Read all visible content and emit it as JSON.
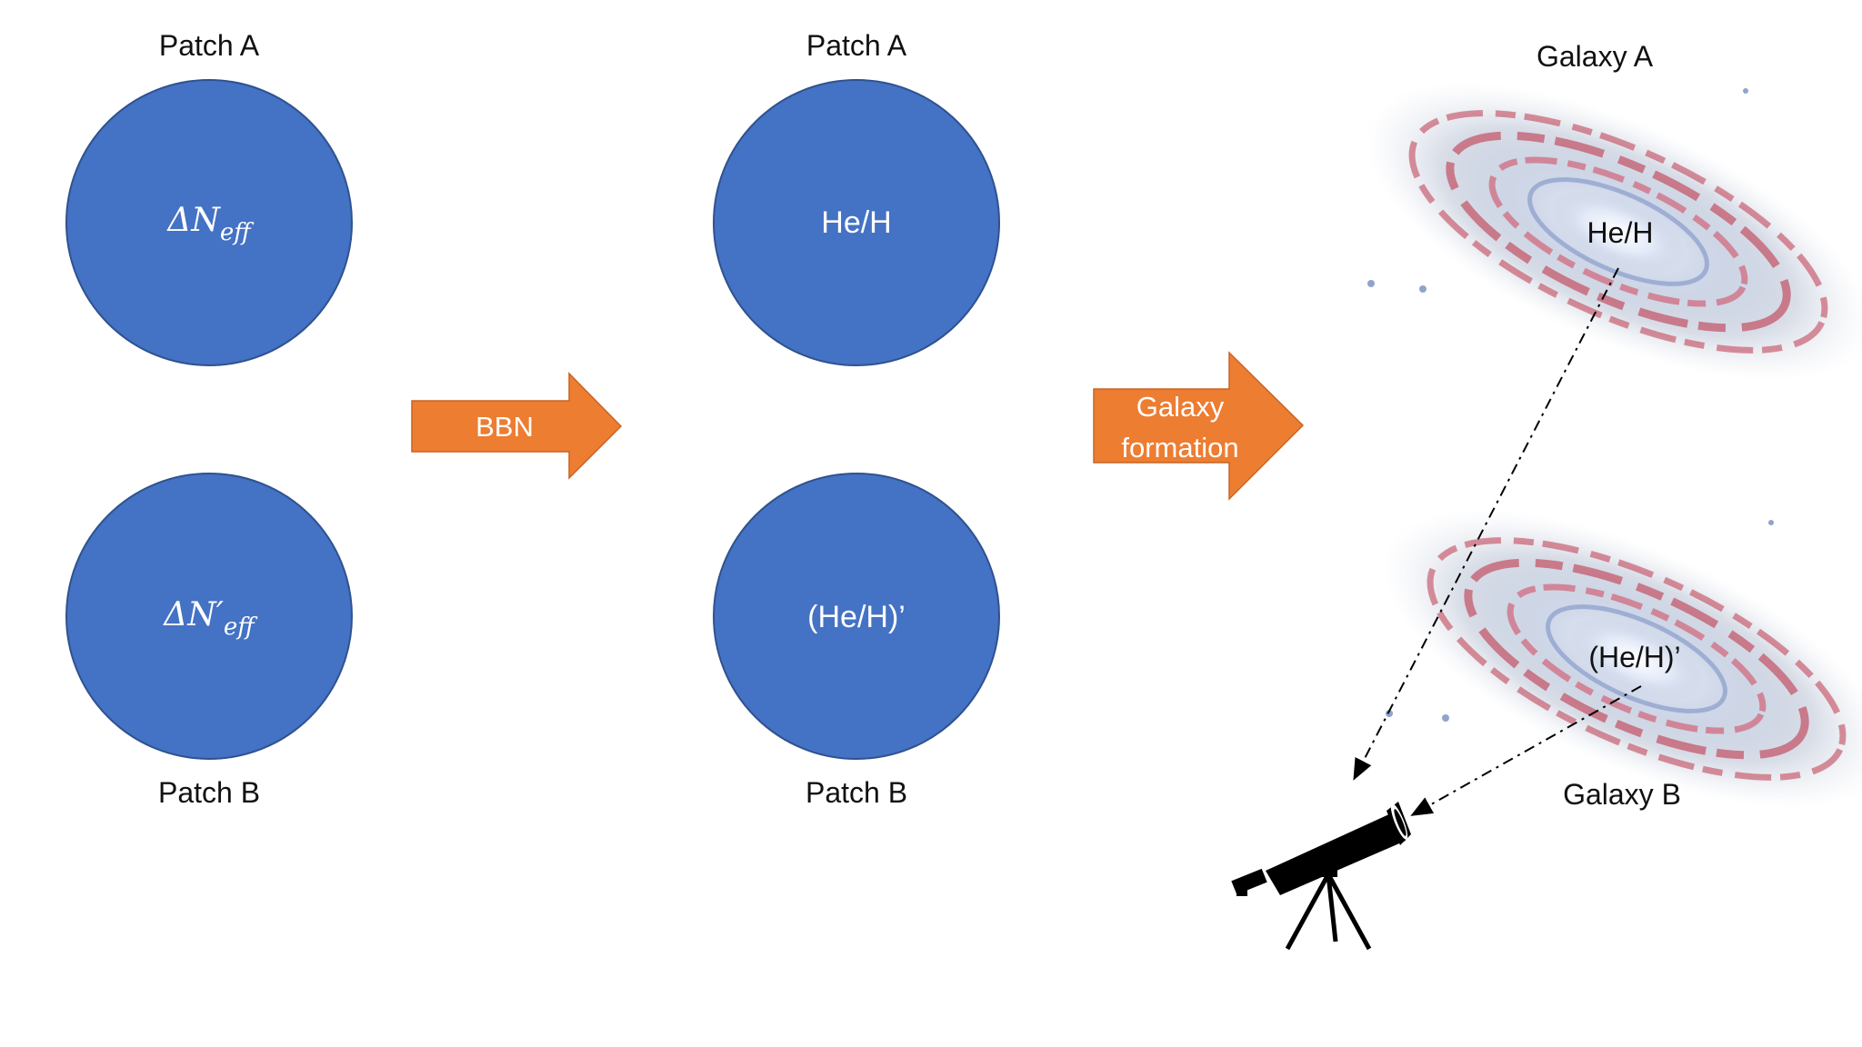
{
  "colors": {
    "circle_fill": "#4472C4",
    "circle_stroke": "#2F528F",
    "arrow_fill": "#ED7D31",
    "galaxy_arm": "#c0394d",
    "galaxy_core": "#eef3ff",
    "galaxy_halo": "#9aa7bf",
    "telescope": "#000000"
  },
  "left_column": {
    "top_label": "Patch A",
    "bottom_label": "Patch B",
    "top_symbol": "ΔN",
    "top_subscript": "eff",
    "bottom_symbol": "ΔN′",
    "bottom_subscript": "eff"
  },
  "arrow_bbn": {
    "label": "BBN"
  },
  "middle_column": {
    "top_label": "Patch A",
    "bottom_label": "Patch B",
    "top_value": "He/H",
    "bottom_value": "(He/H)’"
  },
  "arrow_galaxy": {
    "line1": "Galaxy",
    "line2": "formation"
  },
  "right_column": {
    "galaxy_a_label": "Galaxy A",
    "galaxy_b_label": "Galaxy B",
    "galaxy_a_value": "He/H",
    "galaxy_b_value": "(He/H)’",
    "telescope_icon": "telescope-icon",
    "galaxy_icon": "spiral-galaxy-icon"
  }
}
